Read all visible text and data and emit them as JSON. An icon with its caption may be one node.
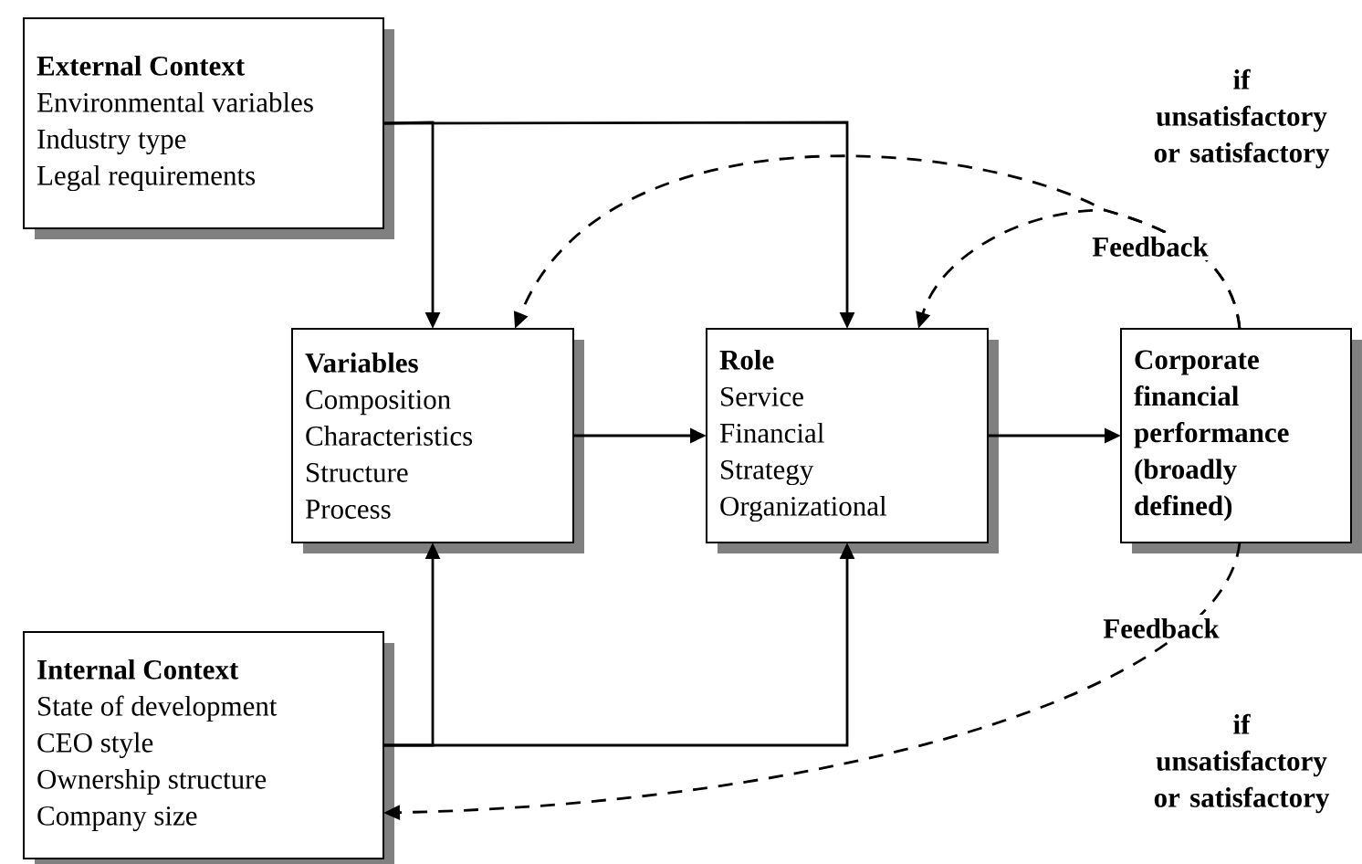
{
  "diagram": {
    "nodes": [
      {
        "text": [
          "External Context",
          "Environmental variables",
          "Industry type",
          "Legal requirements"
        ]
      },
      {
        "text": [
          "Variables",
          "Composition",
          "Characteristics",
          "Structure",
          "Process"
        ]
      },
      {
        "text": [
          "Role",
          "Service",
          "Financial",
          "Strategy",
          "Organizational"
        ]
      },
      {
        "text": [
          "Corporate financial performance (broadly defined)"
        ]
      },
      {
        "text": [
          "Internal Context",
          "State of development",
          "CEO style",
          "Ownership structure",
          "Company size"
        ]
      }
    ],
    "edges": [
      {
        "from": 0,
        "to": 1,
        "arrow": "to"
      },
      {
        "from": 0,
        "to": 2,
        "arrow": "to"
      },
      {
        "from": 4,
        "to": 1,
        "arrow": "to"
      },
      {
        "from": 4,
        "to": 2,
        "arrow": "to"
      },
      {
        "from": 1,
        "to": 2,
        "arrow": "to"
      },
      {
        "from": 2,
        "to": 3,
        "arrow": "to"
      },
      {
        "from": 3,
        "to": 1,
        "arrow": "to",
        "style": "dashed",
        "label": "Feedback"
      },
      {
        "from": 3,
        "to": 2,
        "arrow": "to",
        "style": "dashed"
      },
      {
        "from": 3,
        "to": 4,
        "arrow": "to",
        "style": "dashed",
        "label": "Feedback"
      }
    ],
    "labels": [
      "if unsatisfactory or satisfactory",
      "if unsatisfactory or satisfactory"
    ]
  }
}
